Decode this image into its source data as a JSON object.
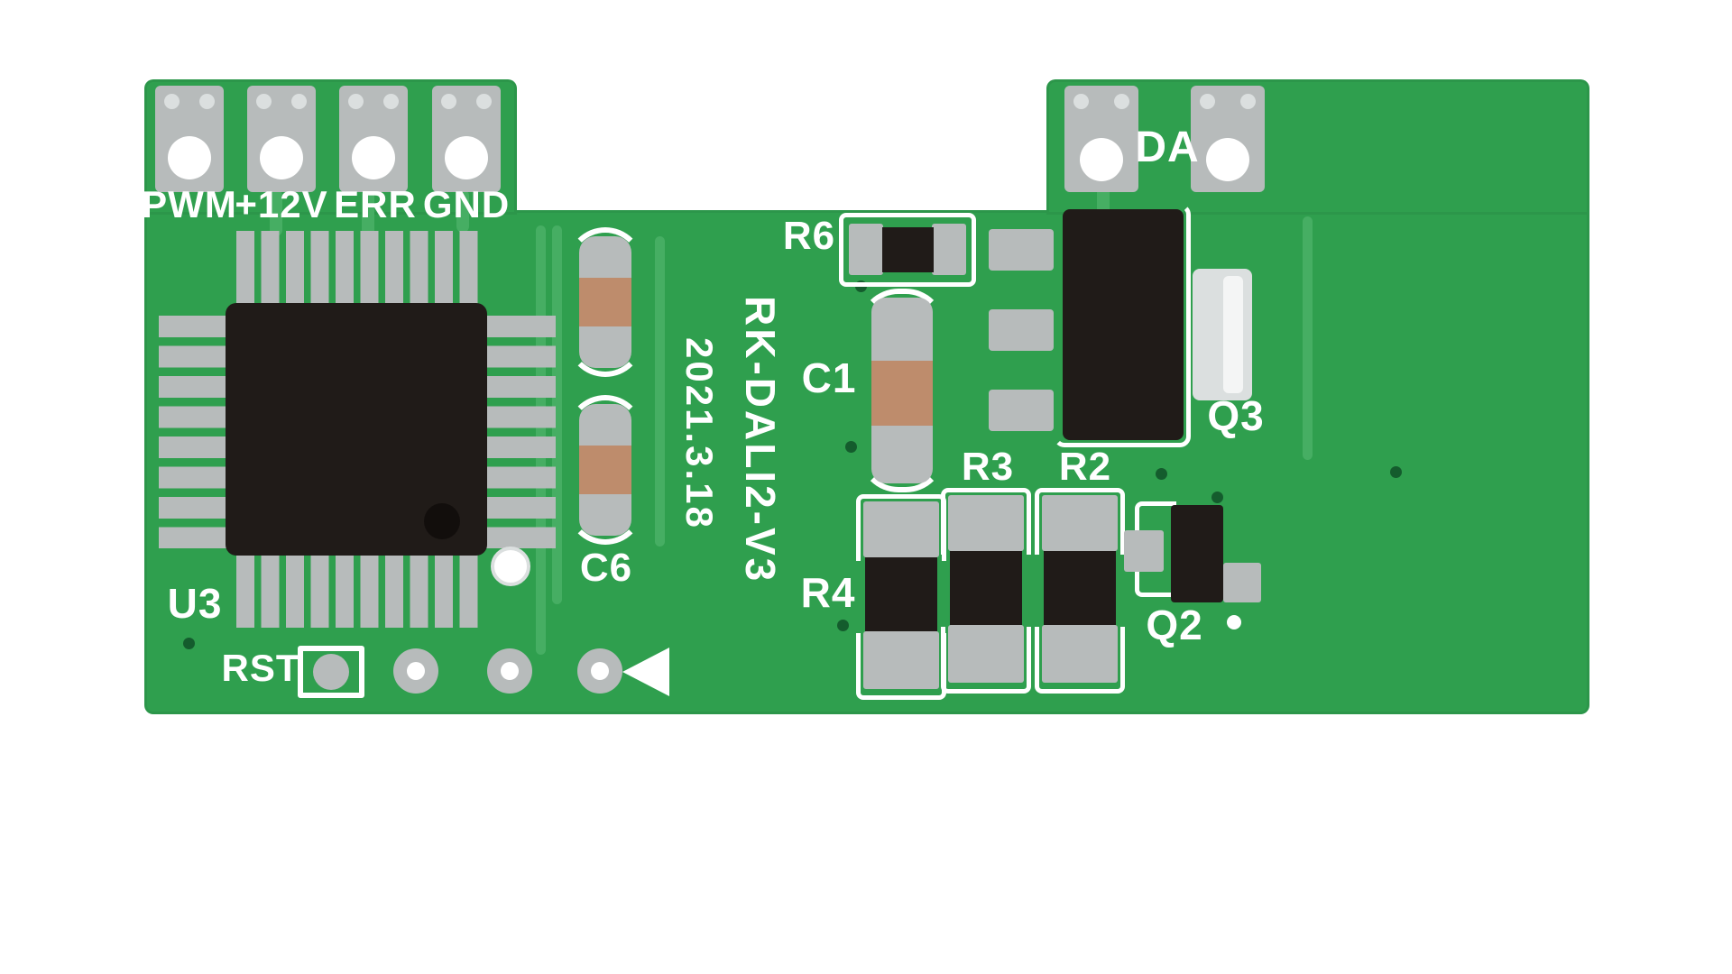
{
  "colors": {
    "background": "#ffffff",
    "pcb_green": "#2f9f4e",
    "trace_green": "#46ae63",
    "via_green": "#145c2d",
    "pad_gray": "#b7bbbb",
    "pad_gray_light": "#dbdfdf",
    "component_black": "#201b18",
    "cap_tan": "#be8c6c",
    "silk_white": "#ffffff"
  },
  "silkscreen": {
    "board_model": "RK-DALI2-V3",
    "board_date": "2021.3.18",
    "connector_labels": [
      "PWM",
      "+12V",
      "ERR",
      "GND"
    ],
    "da_label": "DA",
    "refdes": {
      "u3": "U3",
      "rst": "RST",
      "c6": "C6",
      "c1": "C1",
      "r6": "R6",
      "q3": "Q3",
      "r3": "R3",
      "r2": "R2",
      "r4": "R4",
      "q2": "Q2"
    }
  }
}
